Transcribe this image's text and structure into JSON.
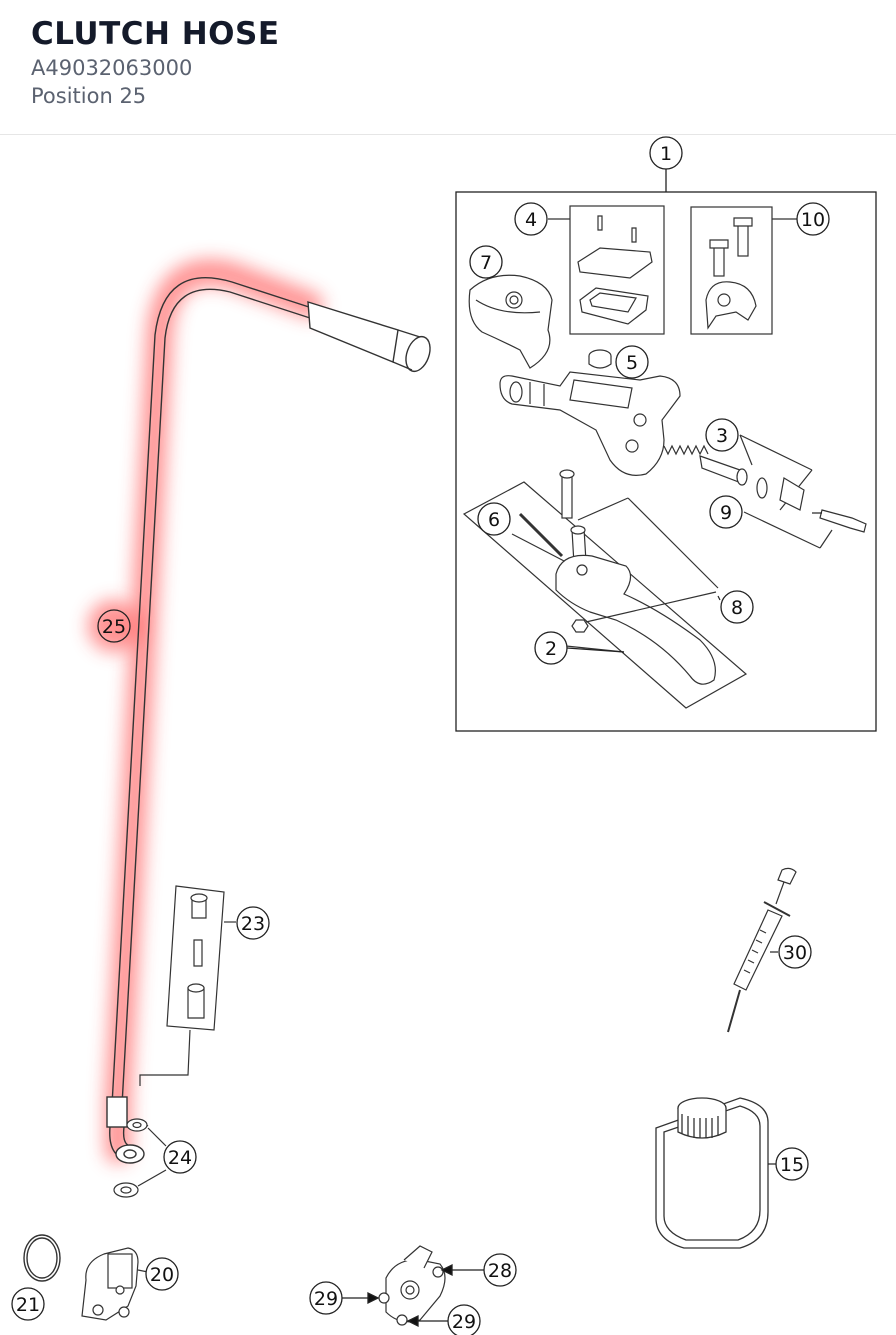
{
  "header": {
    "title": "CLUTCH HOSE",
    "part_number": "A49032063000",
    "position": "Position 25"
  },
  "callouts": {
    "c1": "1",
    "c2": "2",
    "c3": "3",
    "c4": "4",
    "c5": "5",
    "c6": "6",
    "c7": "7",
    "c8": "8",
    "c9": "9",
    "c10": "10",
    "c15": "15",
    "c20": "20",
    "c21": "21",
    "c23": "23",
    "c24": "24",
    "c25": "25",
    "c28": "28",
    "c29a": "29",
    "c29b": "29",
    "c30": "30"
  },
  "highlight": {
    "color": "#ff4040",
    "selected_callout": "25"
  }
}
